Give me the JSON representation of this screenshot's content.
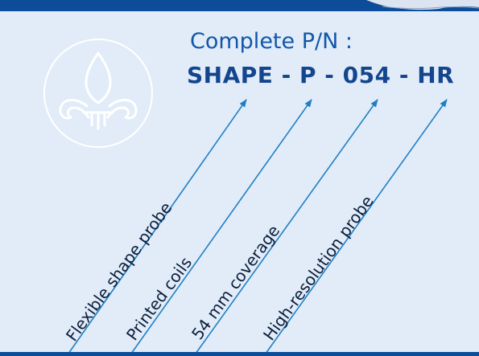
{
  "header": {
    "label": "Complete P/N :",
    "code": "SHAPE - P - 054 - HR"
  },
  "features": [
    {
      "label": "Flexible shape probe",
      "segment": "SHAPE"
    },
    {
      "label": "Printed coils",
      "segment": "P"
    },
    {
      "label": "54 mm coverage",
      "segment": "054"
    },
    {
      "label": "High-resolution probe",
      "segment": "HR"
    }
  ],
  "logo": {
    "icon": "fleur-de-lis-icon"
  },
  "colors": {
    "background": "#e1ecf8",
    "brand_dark": "#0d4c98",
    "title_blue": "#1256aa",
    "arrow_blue": "#1f7fc4"
  }
}
